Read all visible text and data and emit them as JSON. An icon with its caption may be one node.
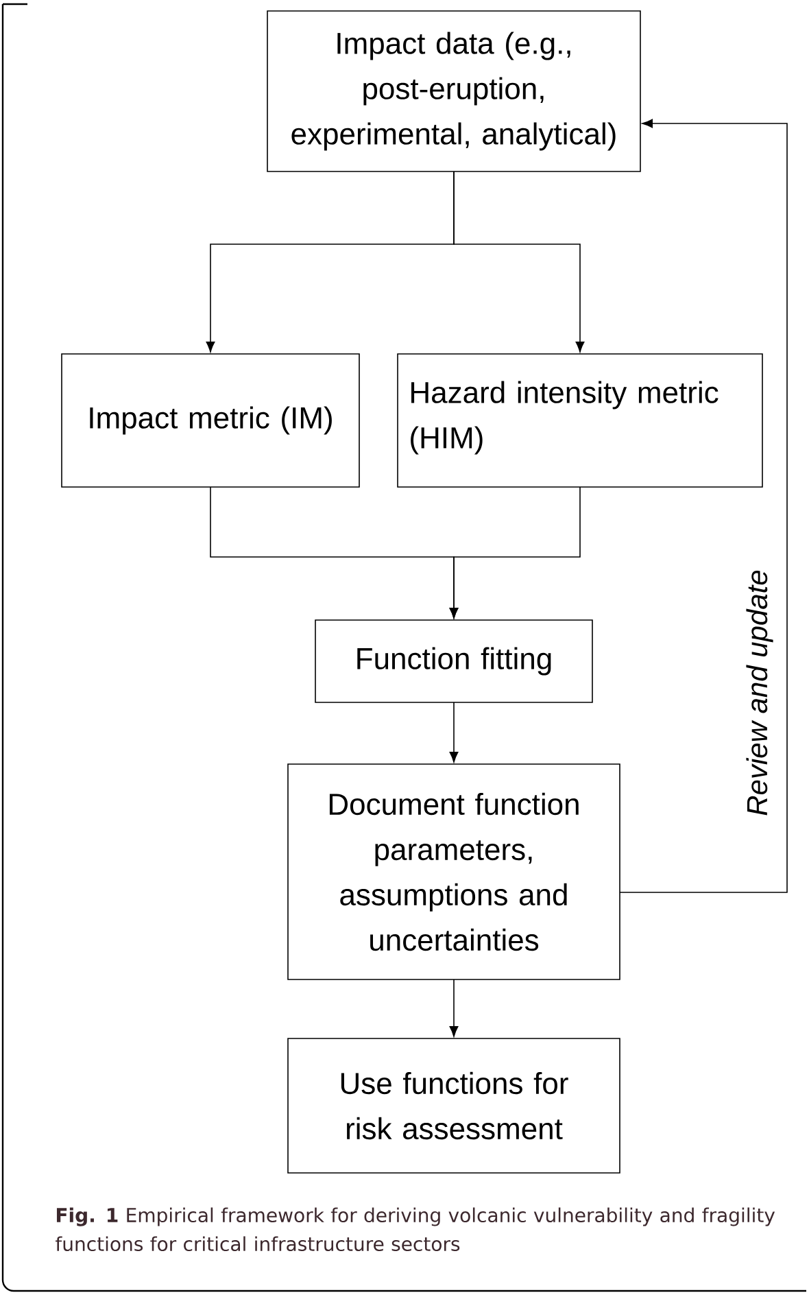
{
  "diagram": {
    "caption": "**Fig. 1** Empirical framework for deriving volcanic vulnerability and fragility functions for critical infrastructure sectors",
    "nodes": [
      {
        "text": [
          "Impact data (e.g., post-eruption, experimental, analytical)"
        ]
      },
      {
        "text": [
          "Impact metric (IM)"
        ]
      },
      {
        "text": [
          "Hazard intensity metric (HIM)"
        ]
      },
      {
        "text": [
          "Function fitting"
        ]
      },
      {
        "text": [
          "Document function parameters, assumptions and uncertainties"
        ]
      },
      {
        "text": [
          "Use functions for risk assessment"
        ]
      }
    ],
    "edges": [
      {
        "from": 0,
        "to": 1,
        "arrow": "to"
      },
      {
        "from": 0,
        "to": 2,
        "arrow": "to"
      },
      {
        "from": 1,
        "to": 3,
        "arrow": "to"
      },
      {
        "from": 2,
        "to": 3,
        "arrow": "to"
      },
      {
        "from": 3,
        "to": 4,
        "arrow": "to"
      },
      {
        "from": 4,
        "to": 5,
        "arrow": "to"
      },
      {
        "from": 4,
        "to": 0,
        "arrow": "to",
        "label": "Review and update"
      }
    ]
  }
}
